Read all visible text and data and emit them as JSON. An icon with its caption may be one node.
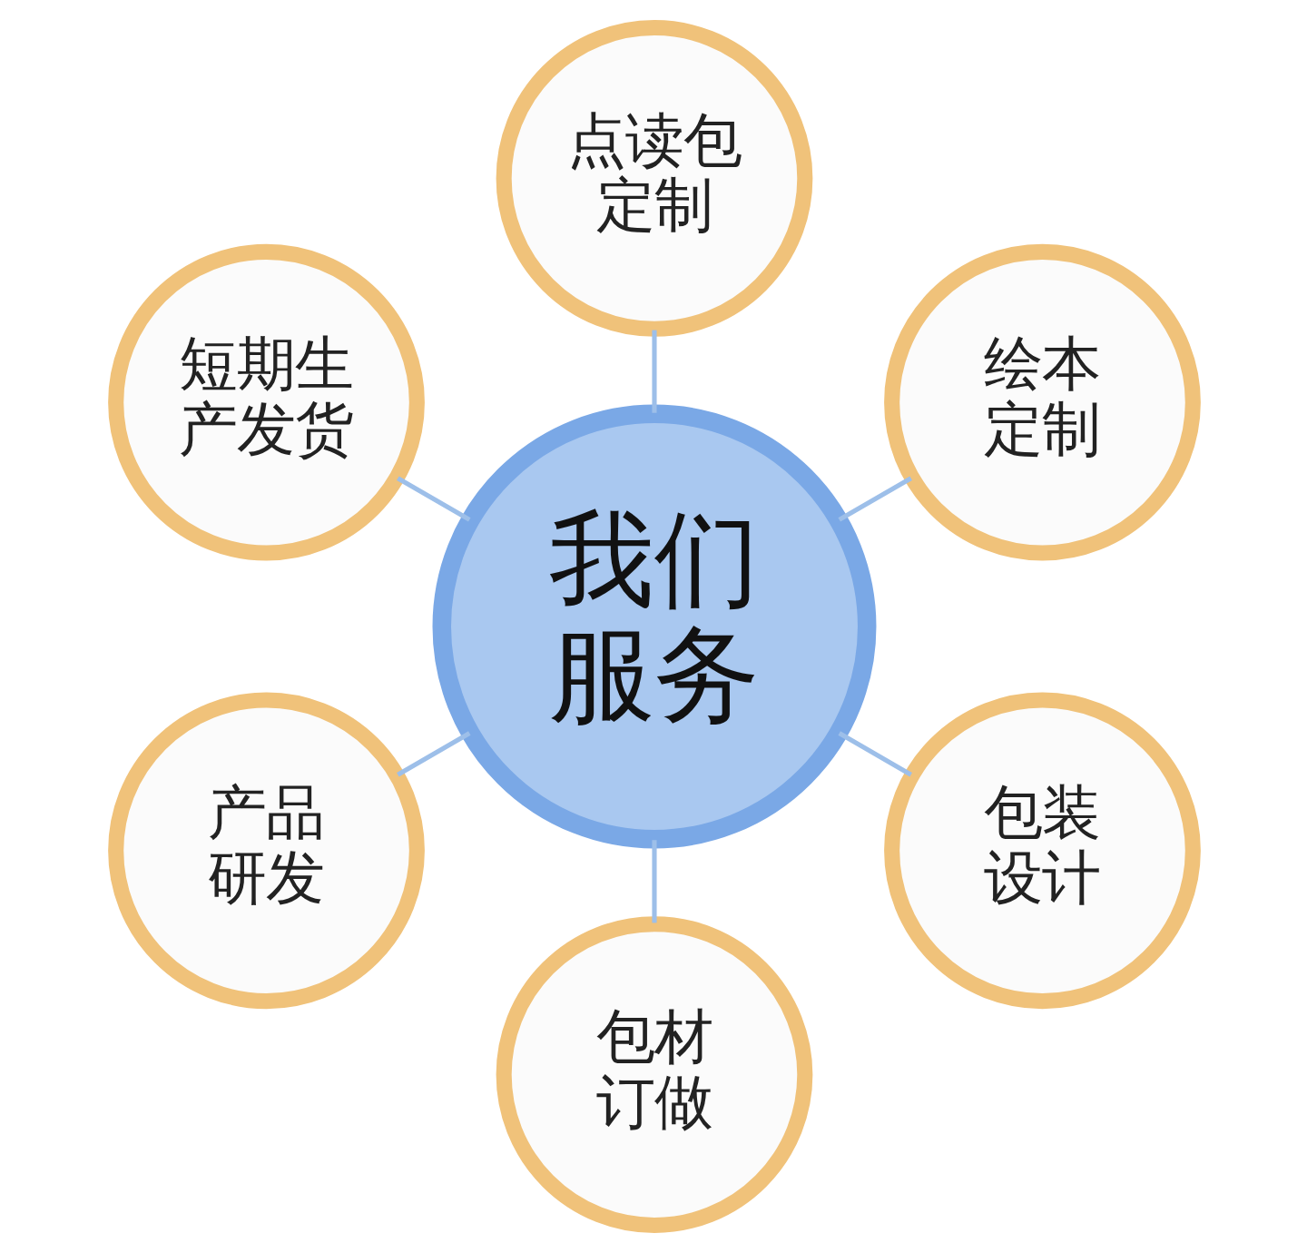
{
  "diagram": {
    "nodes": [
      {
        "text": [
          "我们服务"
        ]
      },
      {
        "text": [
          "点读包定制"
        ]
      },
      {
        "text": [
          "短期生产发货"
        ]
      },
      {
        "text": [
          "绘本定制"
        ]
      },
      {
        "text": [
          "产品研发"
        ]
      },
      {
        "text": [
          "包装设计"
        ]
      },
      {
        "text": [
          "包材订做"
        ]
      }
    ],
    "edges": [
      {
        "from": 0,
        "to": 1,
        "arrow": "none"
      },
      {
        "from": 0,
        "to": 2,
        "arrow": "none"
      },
      {
        "from": 0,
        "to": 3,
        "arrow": "none"
      },
      {
        "from": 0,
        "to": 4,
        "arrow": "none"
      },
      {
        "from": 0,
        "to": 5,
        "arrow": "none"
      },
      {
        "from": 0,
        "to": 6,
        "arrow": "none"
      }
    ]
  }
}
